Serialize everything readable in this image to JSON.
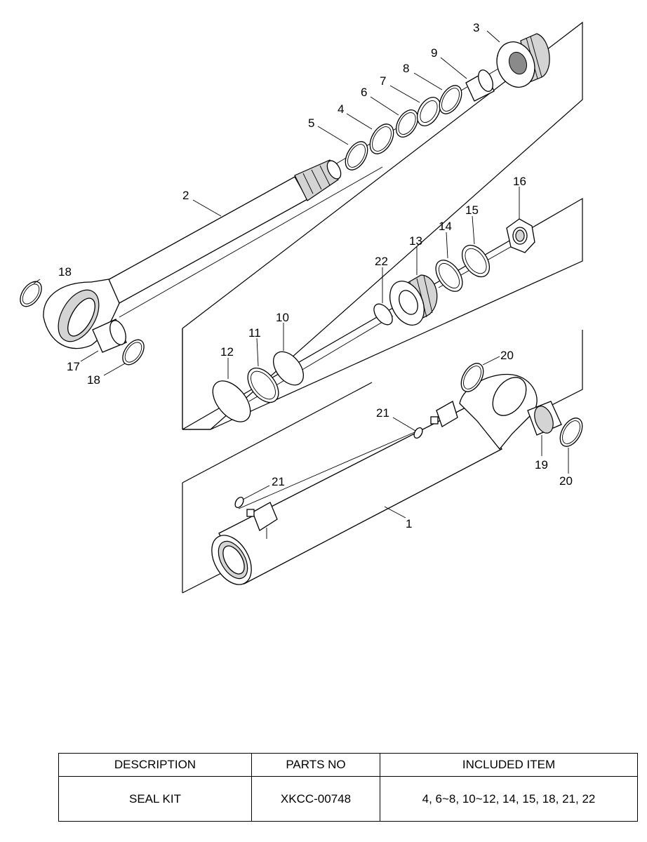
{
  "diagram": {
    "callouts": {
      "c1": "1",
      "c2": "2",
      "c3": "3",
      "c4": "4",
      "c5": "5",
      "c6": "6",
      "c7": "7",
      "c8": "8",
      "c9": "9",
      "c10": "10",
      "c11": "11",
      "c12": "12",
      "c13": "13",
      "c14": "14",
      "c15": "15",
      "c16": "16",
      "c17": "17",
      "c18a": "18",
      "c18b": "18",
      "c19": "19",
      "c20a": "20",
      "c20b": "20",
      "c21a": "21",
      "c21b": "21",
      "c22": "22"
    }
  },
  "table": {
    "headers": {
      "description": "DESCRIPTION",
      "parts_no": "PARTS NO",
      "included_item": "INCLUDED ITEM"
    },
    "rows": [
      {
        "description": "SEAL KIT",
        "parts_no": "XKCC-00748",
        "included_item": "4, 6~8, 10~12, 14, 15, 18, 21, 22"
      }
    ]
  }
}
